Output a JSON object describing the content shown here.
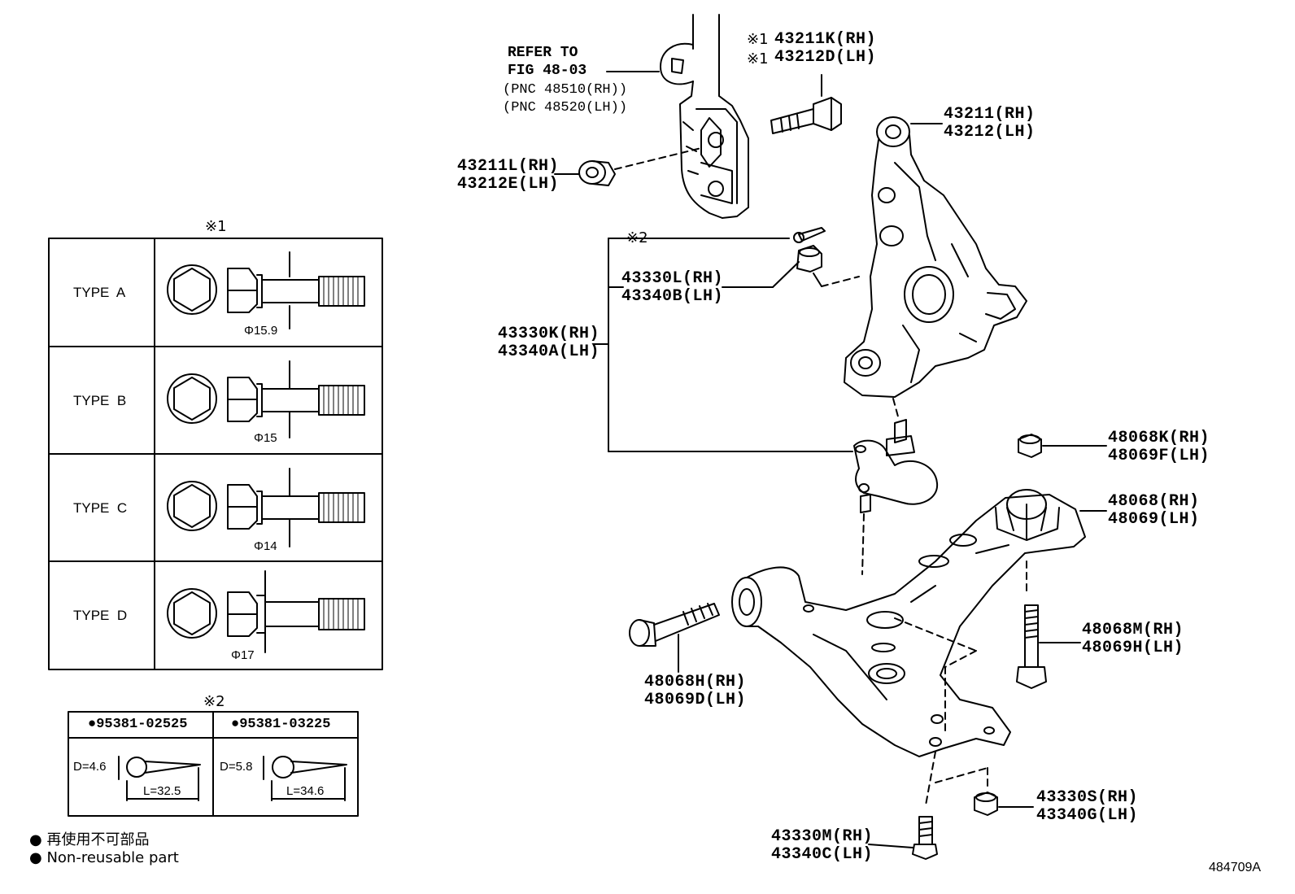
{
  "refer": {
    "line1": "REFER TO",
    "line2": "FIG 48-03",
    "line3": "(PNC 48510(RH))",
    "line4": "(PNC 48520(LH))"
  },
  "parts": {
    "p43211K": "43211K(RH)",
    "p43212D": "43212D(LH)",
    "p43211": "43211(RH)",
    "p43212": "43212(LH)",
    "p43211L": "43211L(RH)",
    "p43212E": "43212E(LH)",
    "p43330L": "43330L(RH)",
    "p43340B": "43340B(LH)",
    "p43330K": "43330K(RH)",
    "p43340A": "43340A(LH)",
    "p48068K": "48068K(RH)",
    "p48069F": "48069F(LH)",
    "p48068": "48068(RH)",
    "p48069": "48069(LH)",
    "p48068M": "48068M(RH)",
    "p48069H": "48069H(LH)",
    "p48068H": "48068H(RH)",
    "p48069D": "48069D(LH)",
    "p43330S": "43330S(RH)",
    "p43340G": "43340G(LH)",
    "p43330M": "43330M(RH)",
    "p43340C": "43340C(LH)"
  },
  "marks": {
    "note1": "※1",
    "note2": "※2"
  },
  "table1": {
    "title": "※1",
    "rows": [
      {
        "type": "TYPE  A",
        "dia": "Φ15.9"
      },
      {
        "type": "TYPE  B",
        "dia": "Φ15"
      },
      {
        "type": "TYPE  C",
        "dia": "Φ14"
      },
      {
        "type": "TYPE  D",
        "dia": "Φ17"
      }
    ]
  },
  "table2": {
    "title": "※2",
    "col1": {
      "part": "95381-02525",
      "d": "D=4.6",
      "l": "L=32.5"
    },
    "col2": {
      "part": "95381-03225",
      "d": "D=5.8",
      "l": "L=34.6"
    }
  },
  "legend": {
    "jp": "再使用不可部品",
    "en": "Non-reusable part"
  },
  "figure_no": "484709A"
}
